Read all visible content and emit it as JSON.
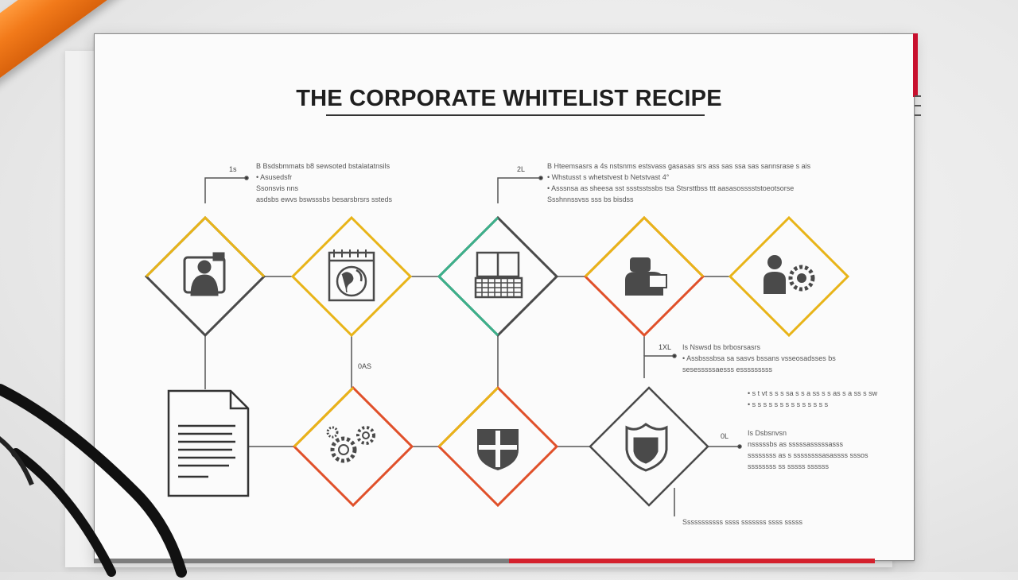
{
  "title": "THE CORPORATE WHITELIST RECIPE",
  "colors": {
    "yellow": "#e8b418",
    "red": "#e0502a",
    "green": "#3bb08a",
    "dark": "#4a4a4a",
    "orange_pencil": "#f27a1a"
  },
  "top_row": [
    {
      "name": "diamond-1",
      "icon": "user-presentation-icon",
      "colors": [
        "yellow",
        "dark"
      ]
    },
    {
      "name": "diamond-2",
      "icon": "globe-calendar-icon",
      "colors": [
        "yellow",
        "yellow"
      ]
    },
    {
      "name": "diamond-3",
      "icon": "keyboard-screen-icon",
      "colors": [
        "green",
        "dark"
      ]
    },
    {
      "name": "diamond-4",
      "icon": "user-laptop-icon",
      "colors": [
        "yellow",
        "red"
      ]
    },
    {
      "name": "diamond-5",
      "icon": "users-gear-icon",
      "colors": [
        "yellow",
        "yellow"
      ]
    }
  ],
  "bottom_row": [
    {
      "name": "document-box",
      "icon": "document-icon"
    },
    {
      "name": "diamond-6",
      "icon": "gears-icon",
      "colors": [
        "yellow",
        "red"
      ]
    },
    {
      "name": "diamond-7",
      "icon": "shield-cross-icon",
      "colors": [
        "yellow",
        "red"
      ]
    },
    {
      "name": "diamond-8",
      "icon": "shield-badge-icon",
      "colors": [
        "dark",
        "dark"
      ]
    }
  ],
  "labels": {
    "n1": "1s",
    "n2": "2L",
    "n3": "1XL",
    "n4": "0AS",
    "n5": "0L"
  },
  "notes": {
    "a": [
      "B Bsdsbmmats b8 sewsoted bstalatatnsils",
      "• Asusedsfr",
      "  Ssonsvis nns",
      "  asdsbs ewvs bswsssbs besarsbrsrs ssteds"
    ],
    "b": [
      "B Hteemsasrs a 4s nstsnms estsvass gasasas srs ass sas ssa sas sannsrase s ais",
      "• Whstusst s whetstvest b Netstvast 4°",
      "• Asssnsa as sheesa sst ssstsstssbs tsa Stsrsttbss ttt aasasosssststoeotsorse",
      "  Ssshnnssvss sss bs bisdss"
    ],
    "c": [
      "Is Nswsd bs brbosrsasrs",
      "• Assbsssbsa sa sasvs bssans vsseosadsses bs",
      "  sesesssssaesss esssssssss"
    ],
    "d": [
      "• s t vt s s s sa s s a ss s s as s a ss s sw",
      "• s s s s s s s s s s s s s s"
    ],
    "e": [
      "Is Dsbsnvsn",
      "  nsssssbs as sssssasssssasss",
      "  ssssssss as s ssssssssasassss sssos",
      "  ssssssss ss sssss ssssss"
    ],
    "f": [
      "Sssssssssss ssss sssssss ssss sssss"
    ]
  }
}
